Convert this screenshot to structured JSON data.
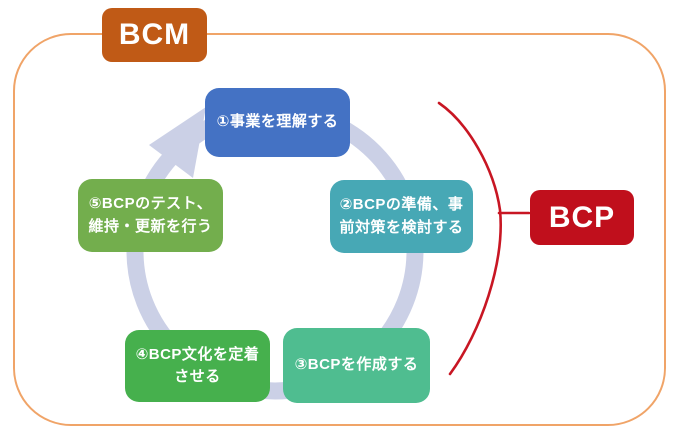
{
  "diagram": {
    "title_tag": "BCM",
    "side_tag": "BCP",
    "steps": [
      {
        "id": 1,
        "lines": [
          "①事業を理解する"
        ],
        "color": "#4472C4"
      },
      {
        "id": 2,
        "lines": [
          "②BCPの準備、事",
          "前対策を検討する"
        ],
        "color": "#47A8B5"
      },
      {
        "id": 3,
        "lines": [
          "③BCPを作成する"
        ],
        "color": "#4FBD90"
      },
      {
        "id": 4,
        "lines": [
          "④BCP文化を定着",
          "させる"
        ],
        "color": "#46B04D"
      },
      {
        "id": 5,
        "lines": [
          "⑤BCPのテスト、",
          "維持・更新を行う"
        ],
        "color": "#73AE4D"
      }
    ],
    "colors": {
      "bcm_bg": "#C05A16",
      "bcp_bg": "#C00F1C",
      "frame_border": "#F0A468",
      "cycle_ring": "#CBD0E6",
      "bcp_brace": "#C81623",
      "text": "#FFFFFF"
    }
  }
}
